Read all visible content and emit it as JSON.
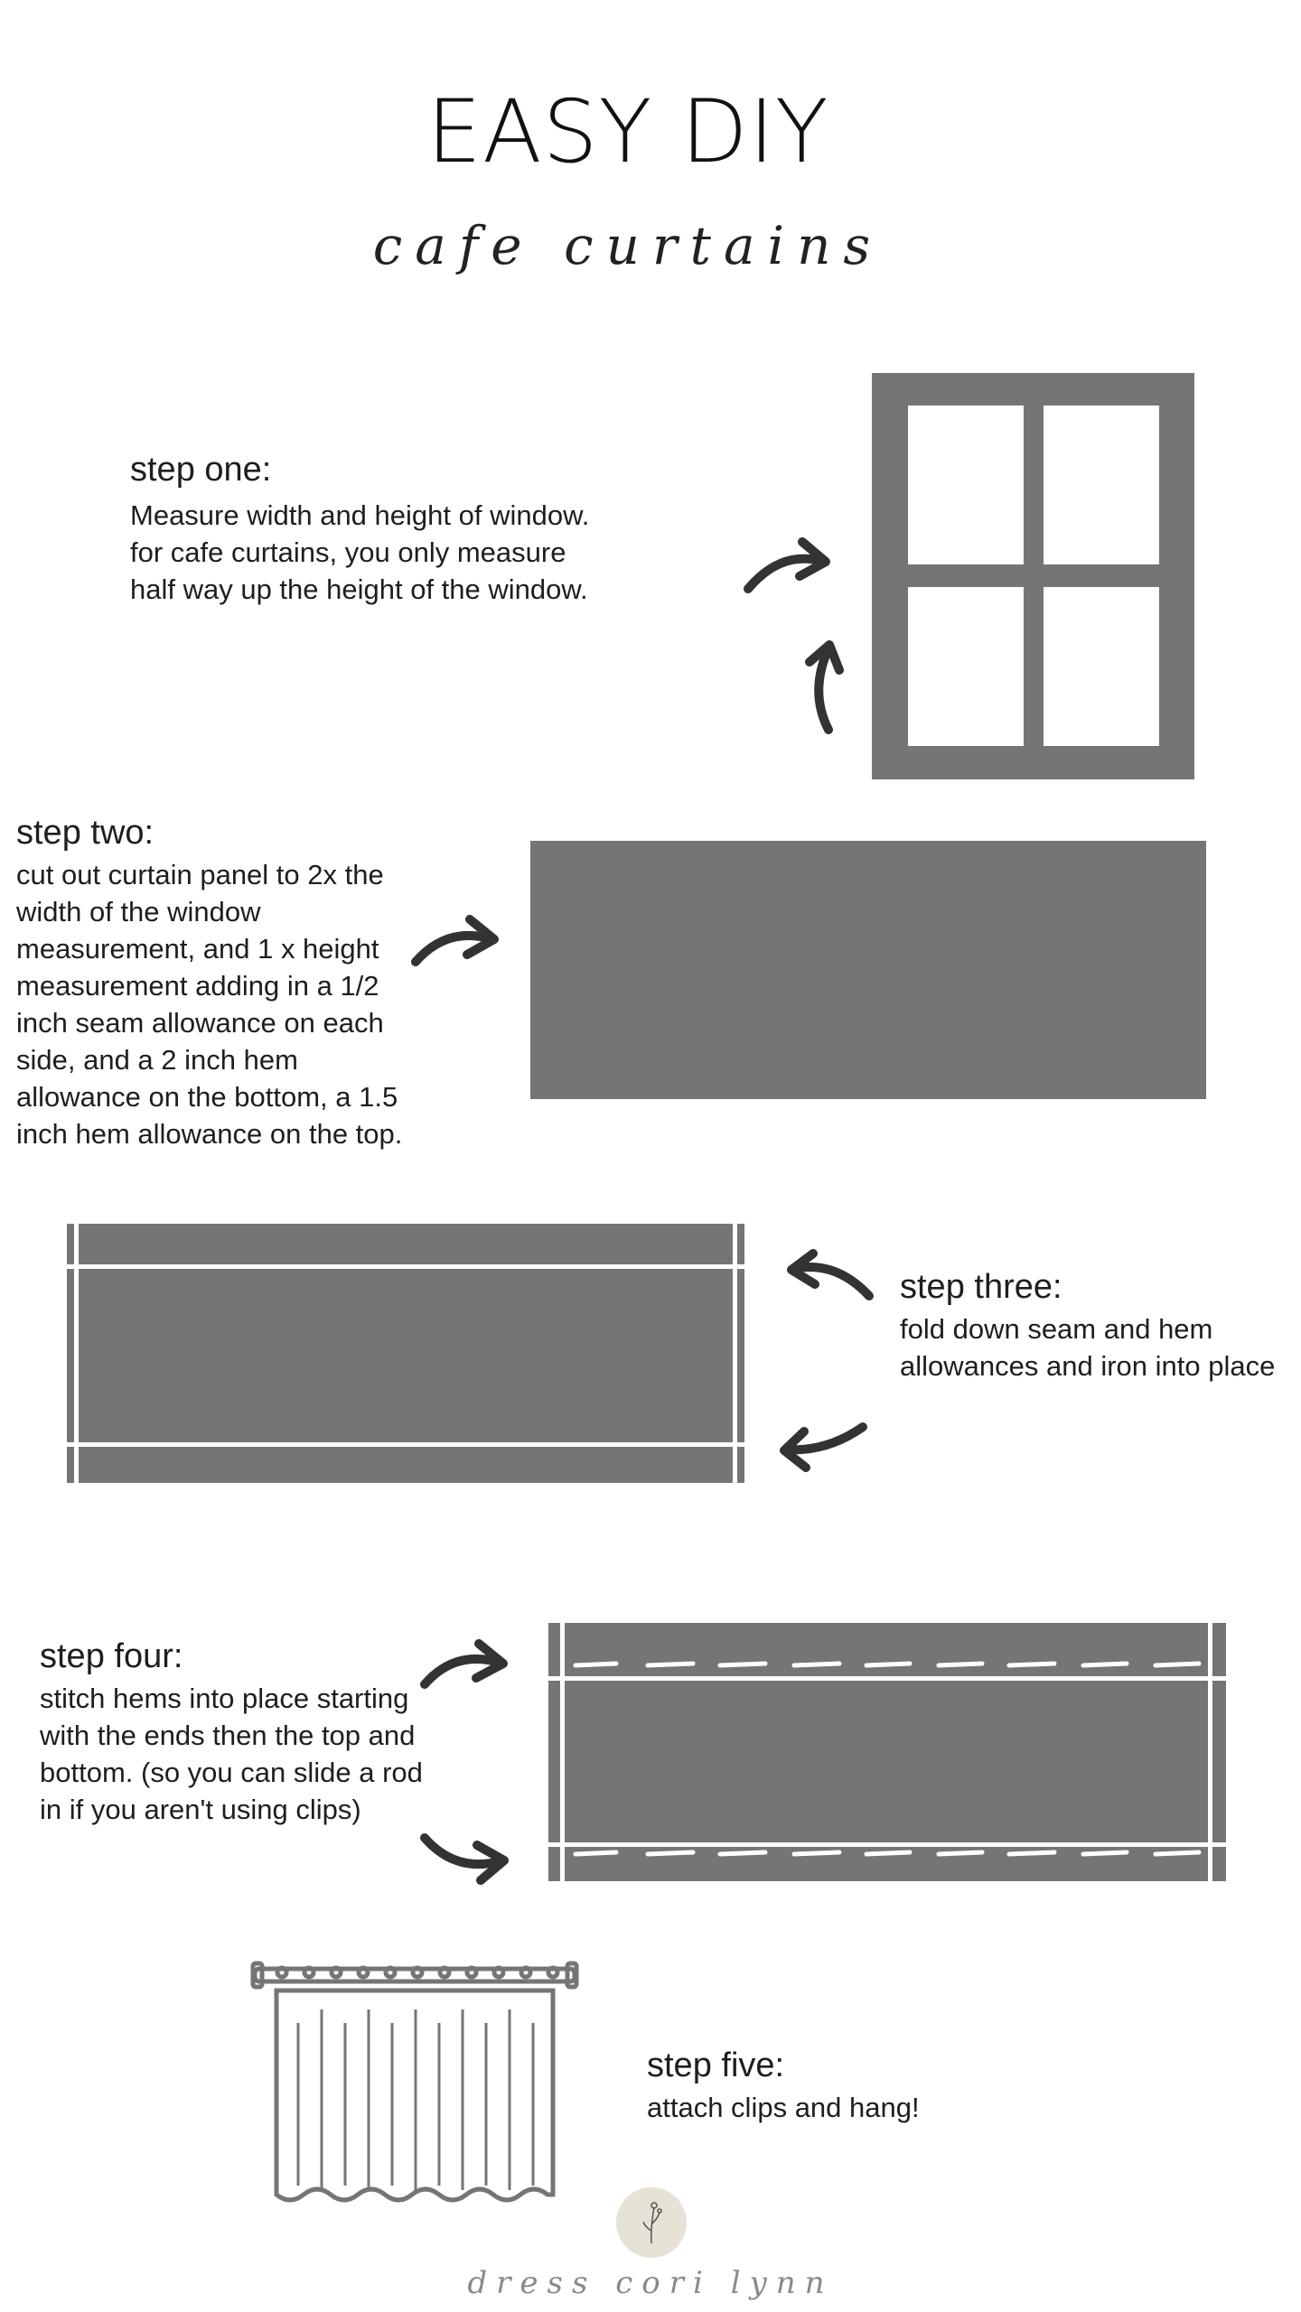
{
  "header": {
    "title": "EASY DIY",
    "subtitle": "cafe curtains"
  },
  "steps": [
    {
      "heading": "step one:",
      "body": "Measure width and height of window.\nfor cafe curtains, you only measure\nhalf way up the height of the window."
    },
    {
      "heading": "step two:",
      "body": "cut out curtain panel to 2x the\nwidth of the window\nmeasurement, and 1 x height\nmeasurement adding in a 1/2\ninch seam allowance on each\nside, and a 2 inch hem\nallowance on the bottom, a 1.5\ninch hem allowance on the top."
    },
    {
      "heading": "step three:",
      "body": "fold down seam and hem\nallowances and iron into place"
    },
    {
      "heading": "step four:",
      "body": "stitch hems into place starting\nwith the ends then the top and\nbottom. (so you can slide a rod\nin if you aren't using clips)"
    },
    {
      "heading": "step five:",
      "body": "attach clips and hang!"
    }
  ],
  "footer": {
    "brand": "dress cori lynn"
  },
  "icons": {
    "arrow": "curved-arrow-icon",
    "window": "window-icon",
    "curtain": "curtain-icon",
    "logo": "flower-logo-icon"
  },
  "colors": {
    "shape_gray": "#757575",
    "arrow_dark": "#333333",
    "logo_badge": "#e6e2d6"
  }
}
